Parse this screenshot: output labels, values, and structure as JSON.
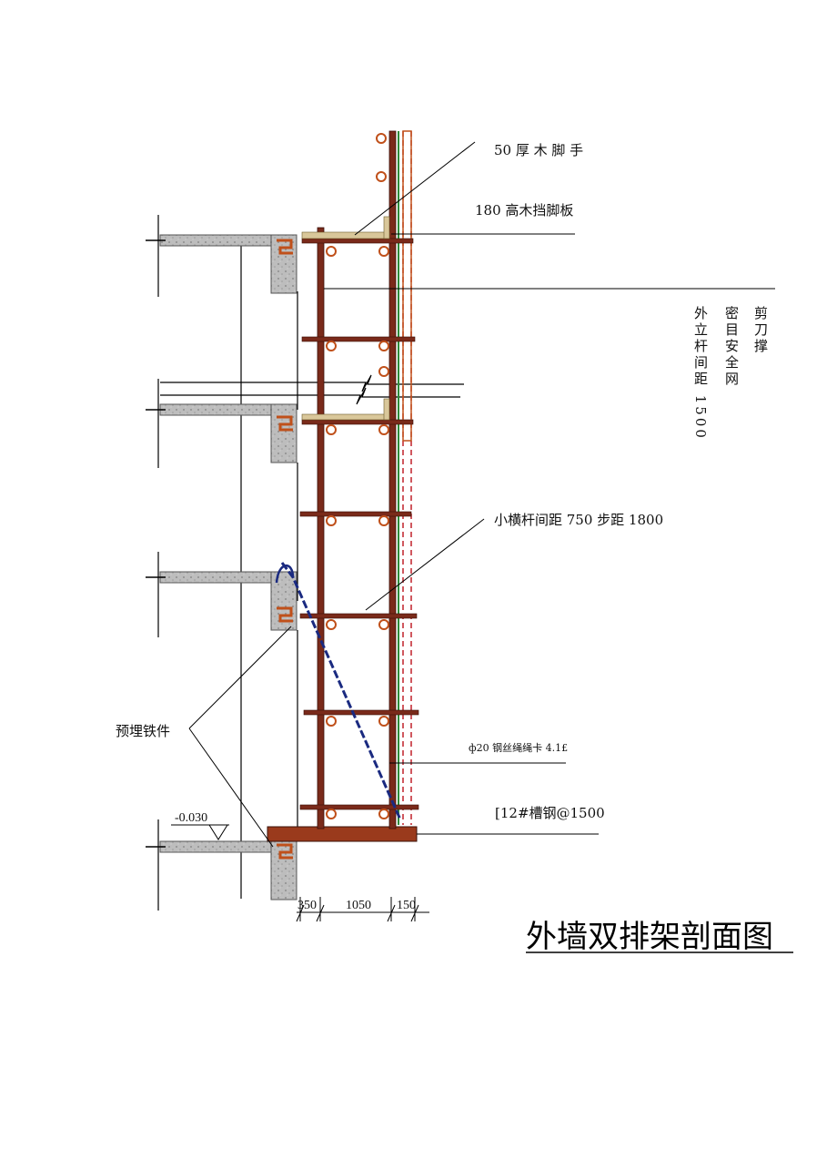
{
  "diagram": {
    "title": "外墙双排架剖面图",
    "labels": {
      "wood_plank": "50 厚 木 脚 手",
      "toe_board": "180 高木挡脚板",
      "bracing": "剪刀撑",
      "safety_net": "密目安全网",
      "pole_spacing": "外立杆间距 1500",
      "ledger_spacing": "小横杆间距 750 步距 1800",
      "embedded_iron": "预埋铁件",
      "wire_rope": "ф20 钢丝绳绳卡 4.1£",
      "channel_steel": "[12#槽钢@1500",
      "elevation": "-0.030"
    },
    "dimensions": [
      "350",
      "1050",
      "150"
    ],
    "colors": {
      "pole": "#7a2a1a",
      "clamp": "#c0501a",
      "concrete": "#b8b8b8",
      "net_dashed": "#c0202a",
      "green_line": "#2e8b3a",
      "rope": "#1a2a80",
      "plank": "#d9c79a"
    }
  }
}
